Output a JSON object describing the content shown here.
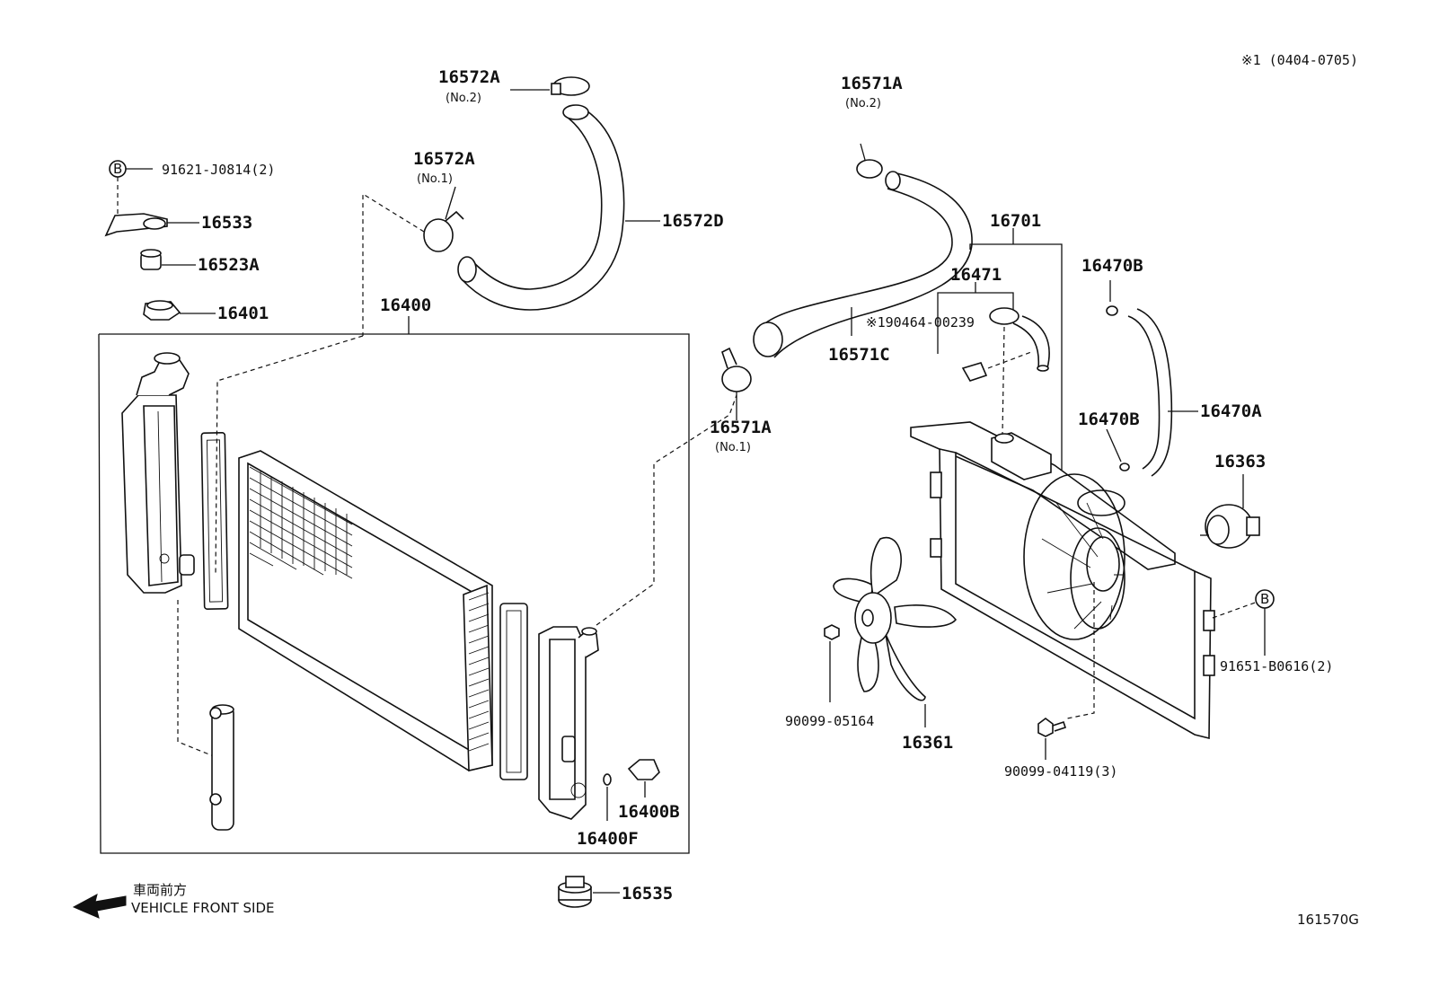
{
  "header": {
    "note": "※1 (0404-0705)"
  },
  "labels": {
    "p16572A_no2": "16572A",
    "p16572A_no2_sub": "(No.2)",
    "p16572A_no1": "16572A",
    "p16572A_no1_sub": "(No.1)",
    "p16572D": "16572D",
    "p91621": "91621-J0814(2)",
    "p16533": "16533",
    "p16523A": "16523A",
    "p16401": "16401",
    "p16400": "16400",
    "p16571A_no2": "16571A",
    "p16571A_no2_sub": "(No.2)",
    "p16571A_no1": "16571A",
    "p16571A_no1_sub": "(No.1)",
    "p16571C": "16571C",
    "p16701": "16701",
    "p16471": "16471",
    "p190464": "※190464-00239",
    "p16470B_top": "16470B",
    "p16470B_mid": "16470B",
    "p16470A": "16470A",
    "p16363": "16363",
    "p91651": "91651-B0616(2)",
    "p90099_05164": "90099-05164",
    "p16361": "16361",
    "p90099_04119": "90099-04119(3)",
    "p16400B": "16400B",
    "p16400F": "16400F",
    "p16535": "16535"
  },
  "markers": {
    "b_top": "B",
    "b_right": "B"
  },
  "direction": {
    "jp": "車両前方",
    "en": "VEHICLE FRONT SIDE"
  },
  "figure_code": "161570G"
}
